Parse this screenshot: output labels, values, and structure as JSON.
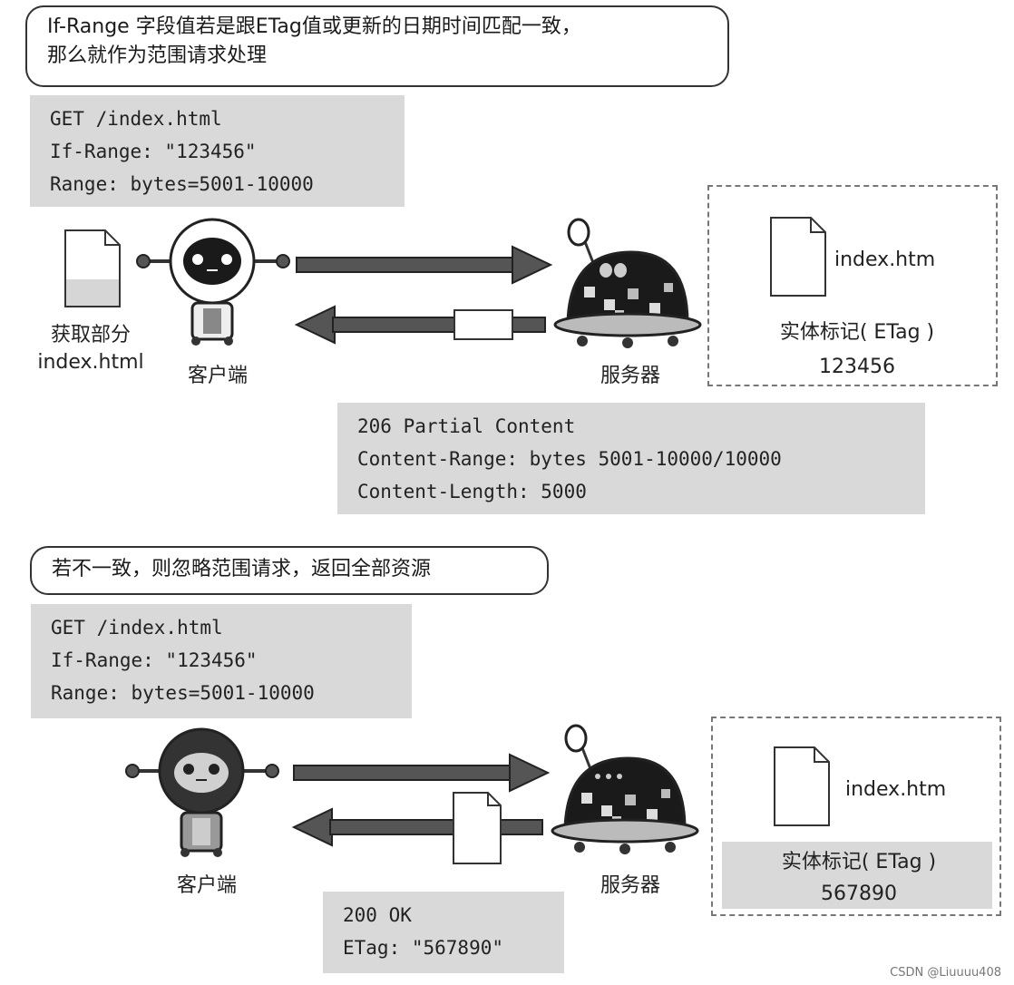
{
  "section1": {
    "callout": [
      "If-Range 字段值若是跟ETag值或更新的日期时间匹配一致，",
      "那么就作为范围请求处理"
    ],
    "request": [
      "GET /index.html",
      "If-Range: \"123456\"",
      "Range: bytes=5001-10000"
    ],
    "client_file_label": [
      "获取部分",
      "index.html"
    ],
    "client_label": "客户端",
    "server_label": "服务器",
    "server_file_name": "index.htm",
    "etag_label": "实体标记( ETag )",
    "etag_value": "123456",
    "response": [
      "206 Partial Content",
      "Content-Range: bytes 5001-10000/10000",
      "Content-Length: 5000"
    ]
  },
  "section2": {
    "callout": "若不一致，则忽略范围请求，返回全部资源",
    "request": [
      "GET /index.html",
      "If-Range: \"123456\"",
      "Range: bytes=5001-10000"
    ],
    "client_label": "客户端",
    "server_label": "服务器",
    "server_file_name": "index.htm",
    "etag_label": "实体标记( ETag )",
    "etag_value": "567890",
    "response": [
      "200 OK",
      "ETag: \"567890\""
    ]
  },
  "watermark": "CSDN @Liuuuu408"
}
